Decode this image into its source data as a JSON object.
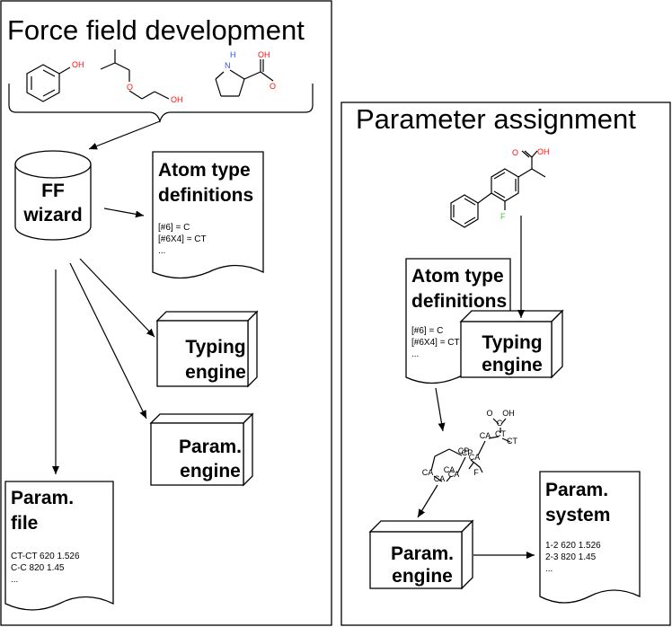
{
  "left_panel": {
    "title": "Force field development",
    "molecules": {
      "phenol": {
        "oh": "OH"
      },
      "ether": {
        "o": "O",
        "oh": "OH"
      },
      "proline": {
        "nh_h": "H",
        "nh_n": "N",
        "o": "O",
        "oh": "OH"
      }
    },
    "ff_wizard": {
      "line1": "FF",
      "line2": "wizard"
    },
    "atom_type_doc": {
      "line1": "Atom type",
      "line2": "definitions",
      "rules": [
        "[#6] = C",
        "[#6X4] = CT",
        "..."
      ]
    },
    "typing_engine": {
      "line1": "Typing",
      "line2": "engine"
    },
    "param_engine": {
      "line1": "Param.",
      "line2": "engine"
    },
    "param_file": {
      "line1": "Param.",
      "line2": "file",
      "entries": [
        "CT-CT 620 1.526",
        "C-C 820 1.45",
        "..."
      ]
    }
  },
  "right_panel": {
    "title": "Parameter assignment",
    "molecule": {
      "o": "O",
      "oh": "OH",
      "f": "F"
    },
    "atom_type_doc": {
      "line1": "Atom type",
      "line2": "definitions",
      "rules": [
        "[#6] = C",
        "[#6X4] = CT",
        "..."
      ]
    },
    "typing_engine": {
      "line1": "Typing",
      "line2": "engine"
    },
    "typed_molecule": {
      "labels": [
        "O",
        "OH",
        "C",
        "CT",
        "CT",
        "CA",
        "CA",
        "CP",
        "CP",
        "CA",
        "CA",
        "CA",
        "CA",
        "F"
      ]
    },
    "param_engine": {
      "line1": "Param.",
      "line2": "engine"
    },
    "param_system": {
      "line1": "Param.",
      "line2": "system",
      "entries": [
        "1-2 620 1.526",
        "2-3 820 1.45",
        "..."
      ]
    }
  },
  "colors": {
    "oxygen": "#ff0d0d",
    "nitrogen": "#3050f8",
    "fluorine": "#33cc33",
    "ink": "#000000"
  }
}
